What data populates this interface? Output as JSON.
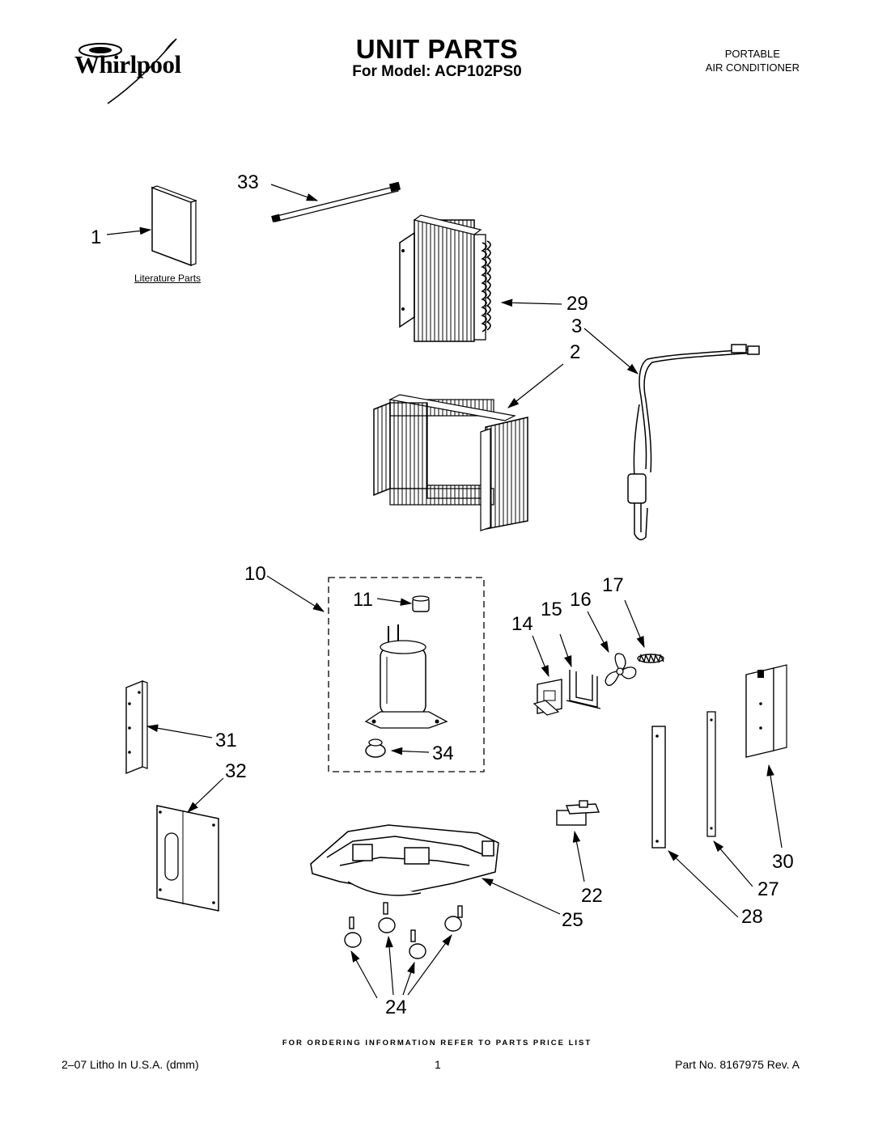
{
  "header": {
    "brand": "Whirlpool",
    "title": "UNIT PARTS",
    "subtitle": "For Model: ACP102PS0",
    "category_line1": "PORTABLE",
    "category_line2": "AIR CONDITIONER"
  },
  "diagram": {
    "literature_label": "Literature Parts",
    "callouts": [
      "33",
      "1",
      "29",
      "3",
      "2",
      "10",
      "11",
      "17",
      "15",
      "16",
      "14",
      "31",
      "32",
      "34",
      "30",
      "22",
      "27",
      "25",
      "28",
      "24"
    ]
  },
  "footer": {
    "note": "FOR ORDERING INFORMATION REFER TO PARTS PRICE LIST",
    "left": "2–07 Litho In U.S.A. (dmm)",
    "page": "1",
    "right": "Part No. 8167975 Rev. A"
  }
}
